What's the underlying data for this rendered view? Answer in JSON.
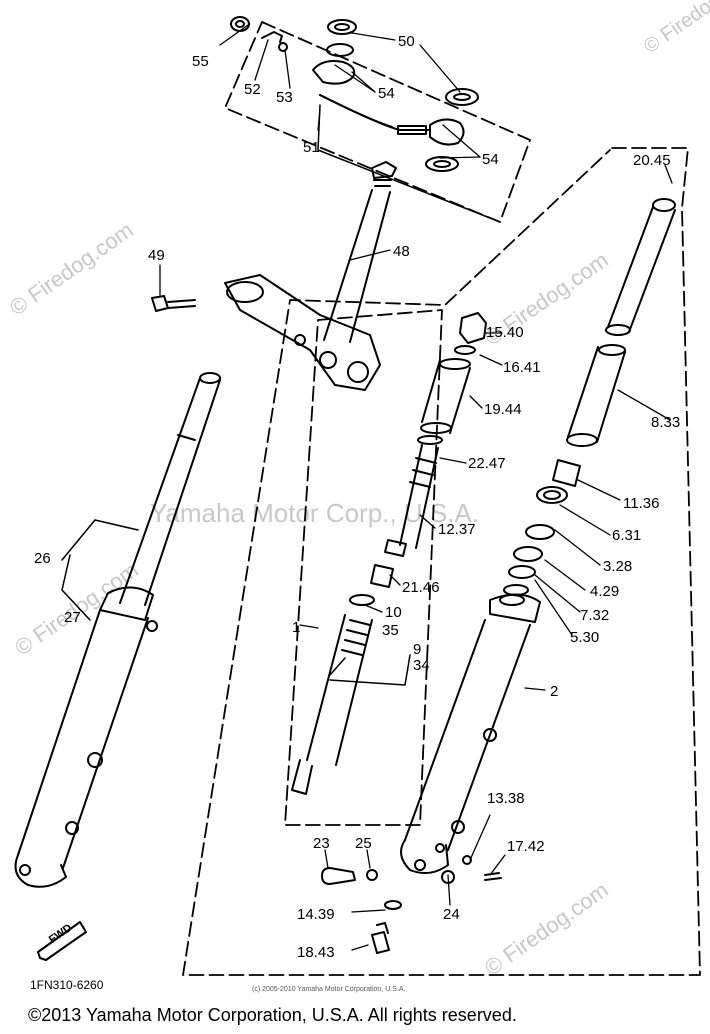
{
  "diagram": {
    "part_labels": [
      {
        "id": "55",
        "text": "55"
      },
      {
        "id": "50",
        "text": "50"
      },
      {
        "id": "52",
        "text": "52"
      },
      {
        "id": "53",
        "text": "53"
      },
      {
        "id": "54a",
        "text": "54"
      },
      {
        "id": "54b",
        "text": "54"
      },
      {
        "id": "51",
        "text": "51"
      },
      {
        "id": "20_45",
        "text": "20.45"
      },
      {
        "id": "48",
        "text": "48"
      },
      {
        "id": "49",
        "text": "49"
      },
      {
        "id": "15_40",
        "text": "15.40"
      },
      {
        "id": "16_41",
        "text": "16.41"
      },
      {
        "id": "19_44",
        "text": "19.44"
      },
      {
        "id": "8_33",
        "text": "8.33"
      },
      {
        "id": "22_47",
        "text": "22.47"
      },
      {
        "id": "11_36",
        "text": "11.36"
      },
      {
        "id": "26",
        "text": "26"
      },
      {
        "id": "12_37",
        "text": "12.37"
      },
      {
        "id": "6_31",
        "text": "6.31"
      },
      {
        "id": "3_28",
        "text": "3.28"
      },
      {
        "id": "21_46",
        "text": "21.46"
      },
      {
        "id": "4_29",
        "text": "4.29"
      },
      {
        "id": "27",
        "text": "27"
      },
      {
        "id": "1",
        "text": "1"
      },
      {
        "id": "10",
        "text": "10"
      },
      {
        "id": "35",
        "text": "35"
      },
      {
        "id": "7_32",
        "text": "7.32"
      },
      {
        "id": "5_30",
        "text": "5.30"
      },
      {
        "id": "9",
        "text": "9"
      },
      {
        "id": "34",
        "text": "34"
      },
      {
        "id": "2",
        "text": "2"
      },
      {
        "id": "13_38",
        "text": "13.38"
      },
      {
        "id": "23",
        "text": "23"
      },
      {
        "id": "25",
        "text": "25"
      },
      {
        "id": "17_42",
        "text": "17.42"
      },
      {
        "id": "14_39",
        "text": "14.39"
      },
      {
        "id": "24",
        "text": "24"
      },
      {
        "id": "18_43",
        "text": "18.43"
      }
    ],
    "arrow_text": "FWD",
    "part_code": "1FN310-6260",
    "inner_copyright": "(c) 2005-2010 Yamaha Motor Corporation, U.S.A."
  },
  "watermarks": {
    "center": "Yamaha Motor Corp., U.S.A.",
    "site": "© Firedog.com"
  },
  "footer": {
    "copyright": "©2013 Yamaha Motor Corporation, U.S.A. All rights reserved."
  },
  "colors": {
    "line": "#000000",
    "watermark": "#c8c8c8",
    "background": "#ffffff"
  }
}
